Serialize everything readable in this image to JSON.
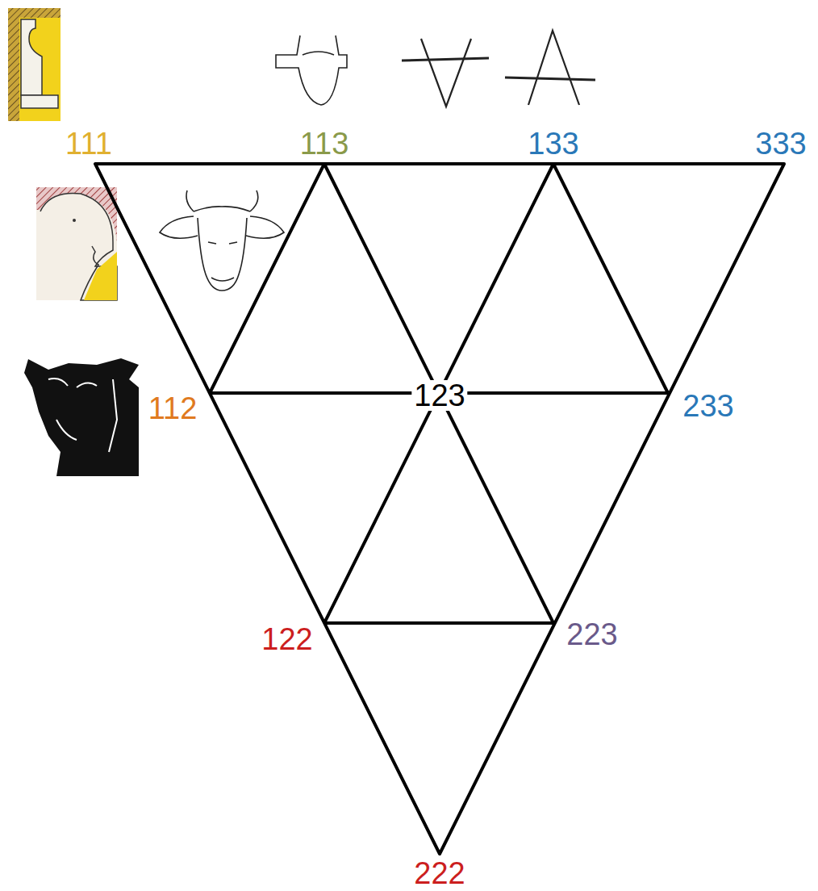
{
  "diagram": {
    "labels": [
      "111",
      "113",
      "133",
      "333",
      "112",
      "123",
      "233",
      "122",
      "223",
      "222"
    ]
  }
}
